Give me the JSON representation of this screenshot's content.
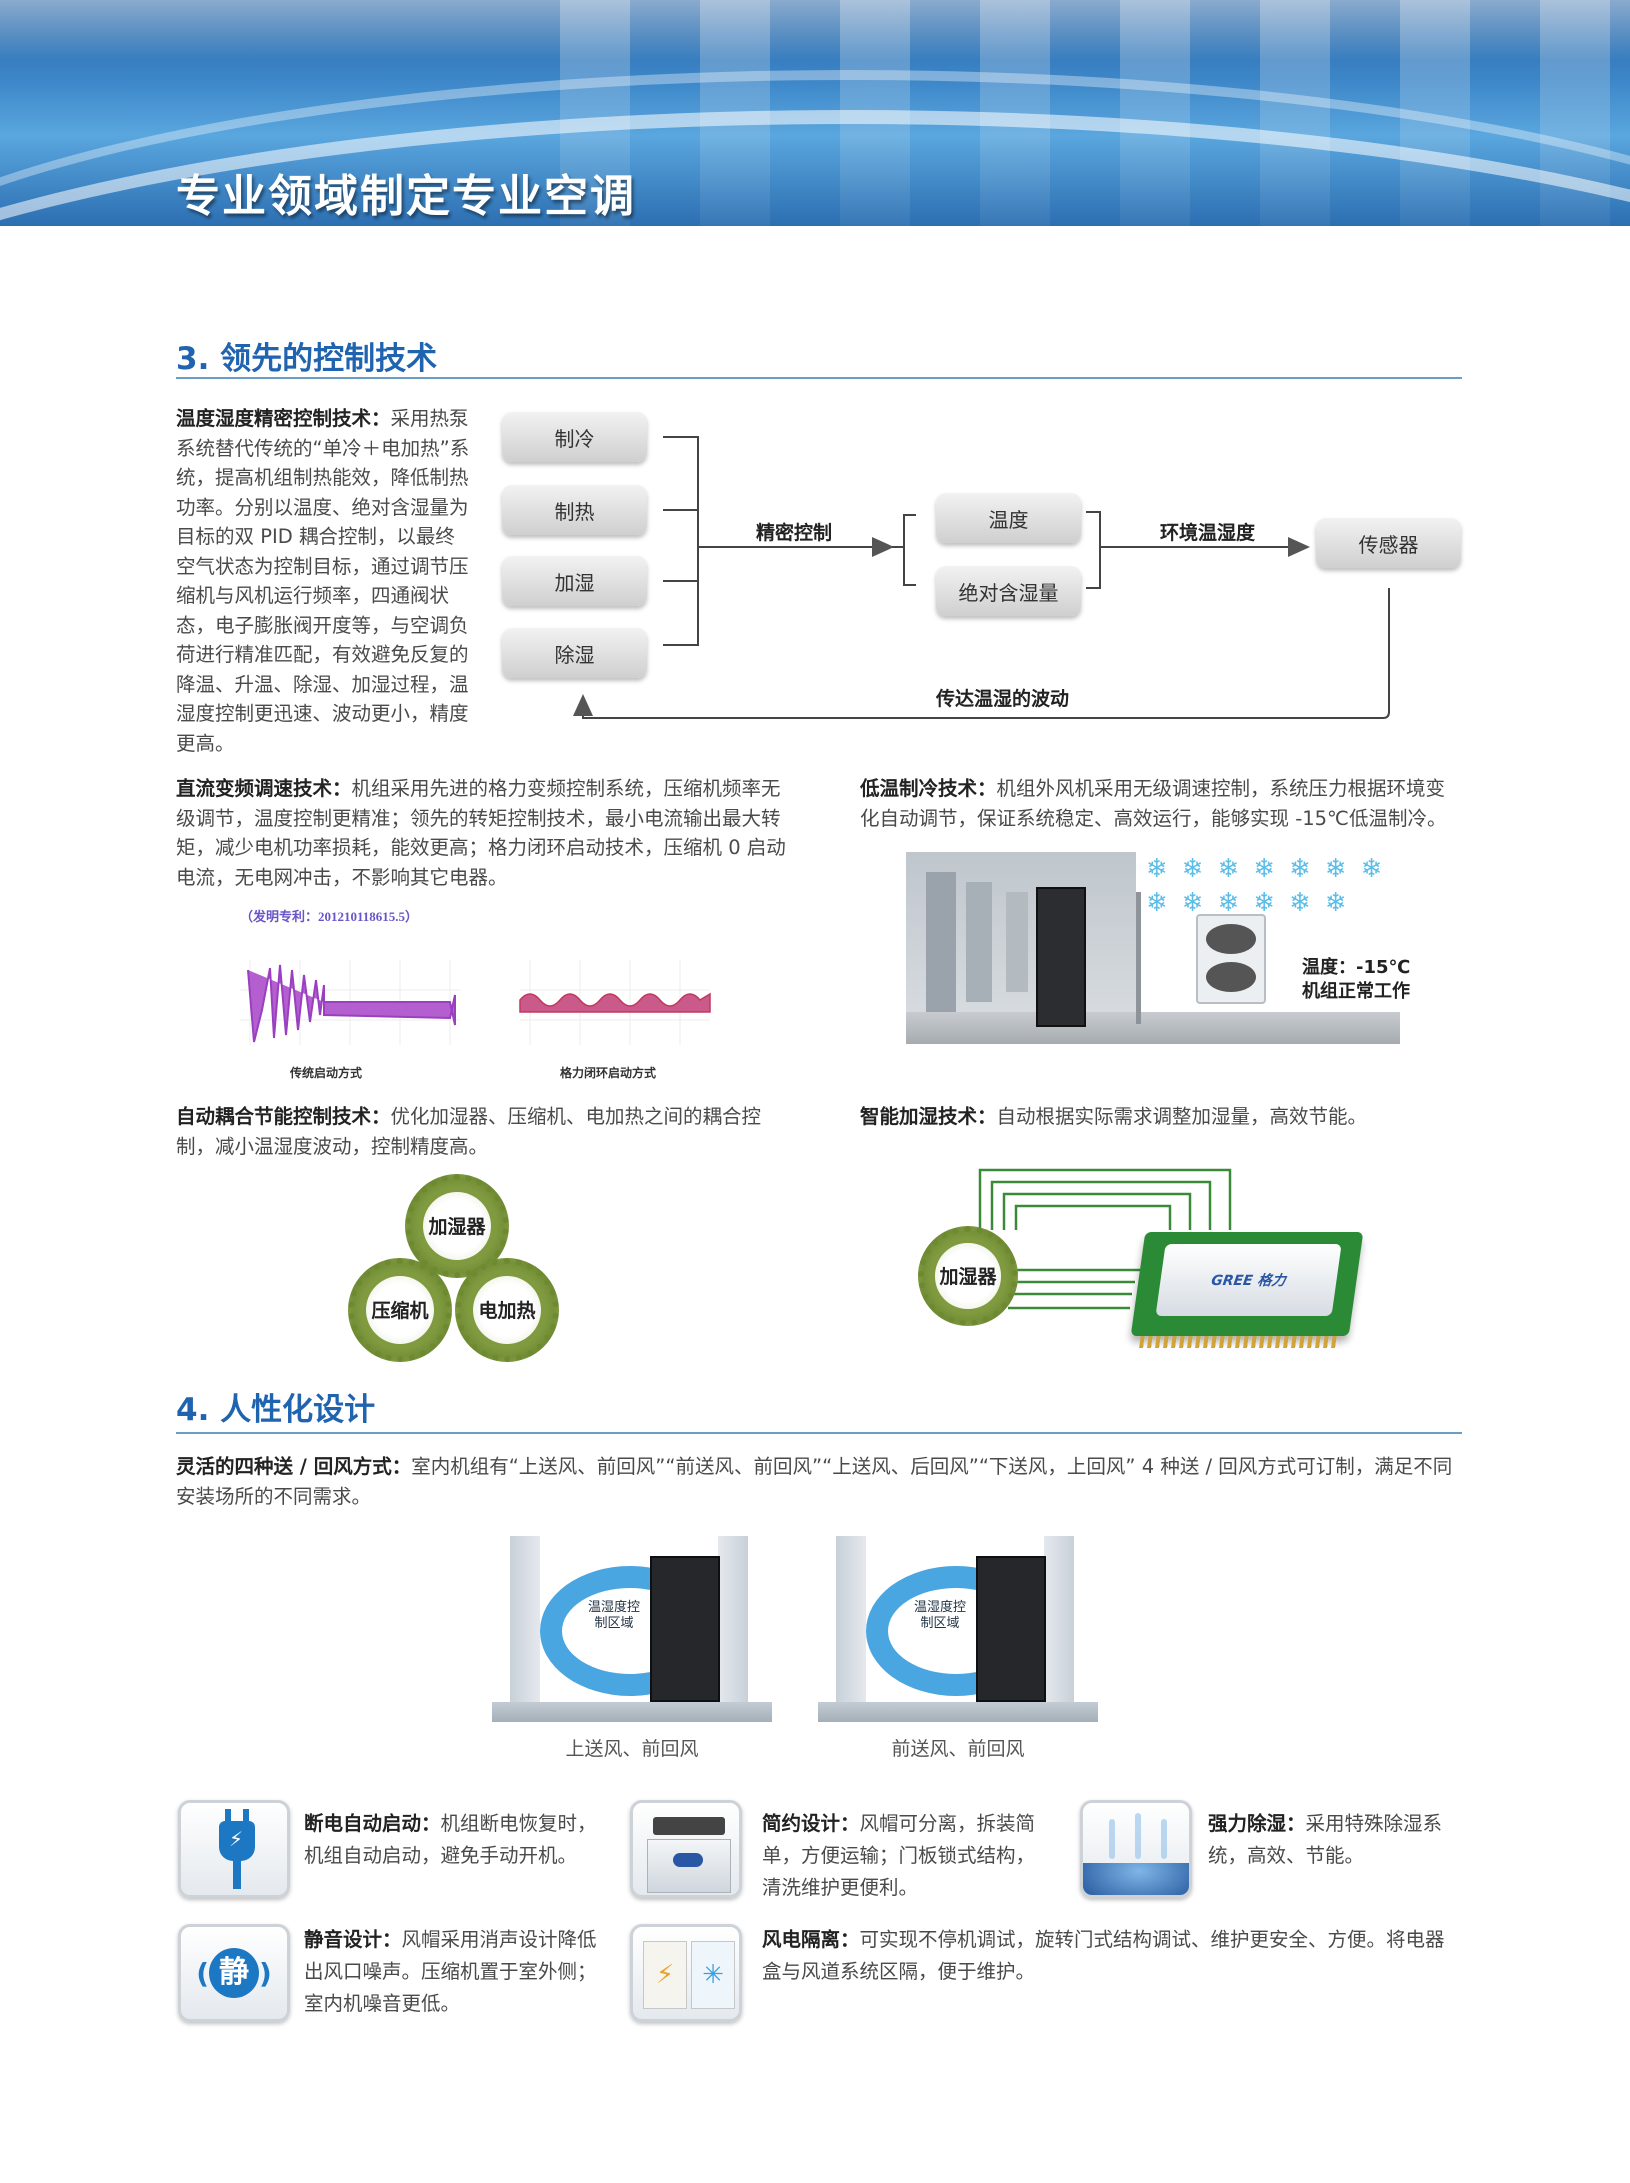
{
  "banner": {
    "title": "专业领域制定专业空调"
  },
  "section3": {
    "title": "3. 领先的控制技术",
    "temp_control": {
      "label": "温度湿度精密控制技术：",
      "text": "采用热泵系统替代传统的“单冷＋电加热”系统，提高机组制热能效，降低制热功率。分别以温度、绝对含湿量为目标的双 PID 耦合控制，以最终空气状态为控制目标，通过调节压缩机与风机运行频率，四通阀状态，电子膨胀阀开度等，与空调负荷进行精准匹配，有效避免反复的降温、升温、除湿、加湿过程，温湿度控制更迅速、波动更小，精度更高。"
    },
    "flow": {
      "inputs": [
        "制冷",
        "制热",
        "加湿",
        "除湿"
      ],
      "precise_label": "精密控制",
      "targets": [
        "温度",
        "绝对含湿量"
      ],
      "env_label": "环境温湿度",
      "sensor": "传感器",
      "feedback_label": "传达温湿的波动"
    },
    "dc_inverter": {
      "label": "直流变频调速技术：",
      "text": "机组采用先进的格力变频控制系统，压缩机频率无级调节，温度控制更精准；领先的转矩控制技术，最小电流输出最大转矩，减少电机功率损耗，能效更高；格力闭环启动技术，压缩机 0 启动电流，无电网冲击，不影响其它电器。",
      "patent": "（发明专利：201210118615.5）",
      "wave_left_caption": "传统启动方式",
      "wave_right_caption": "格力闭环启动方式"
    },
    "low_temp": {
      "label": "低温制冷技术：",
      "text": "机组外风机采用无级调速控制，系统压力根据环境变化自动调节，保证系统稳定、高效运行，能够实现 -15℃低温制冷。",
      "overlay_line1": "温度：-15℃",
      "overlay_line2": "机组正常工作"
    },
    "auto_coupling": {
      "label": "自动耦合节能控制技术：",
      "text": "优化加湿器、压缩机、电加热之间的耦合控制，减小温湿度波动，控制精度高。",
      "gears": [
        "加湿器",
        "压缩机",
        "电加热"
      ]
    },
    "smart_humid": {
      "label": "智能加湿技术：",
      "text": "自动根据实际需求调整加湿量，高效节能。",
      "gear": "加湿器",
      "chip_brand": "GREE 格力"
    }
  },
  "section4": {
    "title": "4. 人性化设计",
    "airflow": {
      "label": "灵活的四种送 / 回风方式：",
      "text": "室内机组有“上送风、前回风”“前送风、前回风”“上送风、后回风”“下送风，上回风” 4 种送 / 回风方式可订制，满足不同安装场所的不同需求。",
      "zone_label": "温湿度控制区域",
      "captions": [
        "上送风、前回风",
        "前送风、前回风"
      ]
    },
    "features": [
      {
        "title": "断电自动启动：",
        "text": "机组断电恢复时，机组自动启动，避免手动开机。",
        "icon": "power-plug-icon"
      },
      {
        "title": "简约设计：",
        "text": "风帽可分离，拆装简单，方便运输；门板锁式结构，清洗维护更便利。",
        "icon": "unit-design-icon"
      },
      {
        "title": "强力除湿：",
        "text": "采用特殊除湿系统，高效、节能。",
        "icon": "dehumidify-icon"
      },
      {
        "title": "静音设计：",
        "text": "风帽采用消声设计降低出风口噪声。压缩机置于室外侧；室内机噪音更低。",
        "icon": "silent-icon",
        "glyph": "静"
      },
      {
        "title": "风电隔离：",
        "text": "可实现不停机调试，旋转门式结构调试、维护更安全、方便。将电器盒与风道系统区隔，便于维护。",
        "icon": "wind-electric-isolation-icon"
      }
    ]
  }
}
